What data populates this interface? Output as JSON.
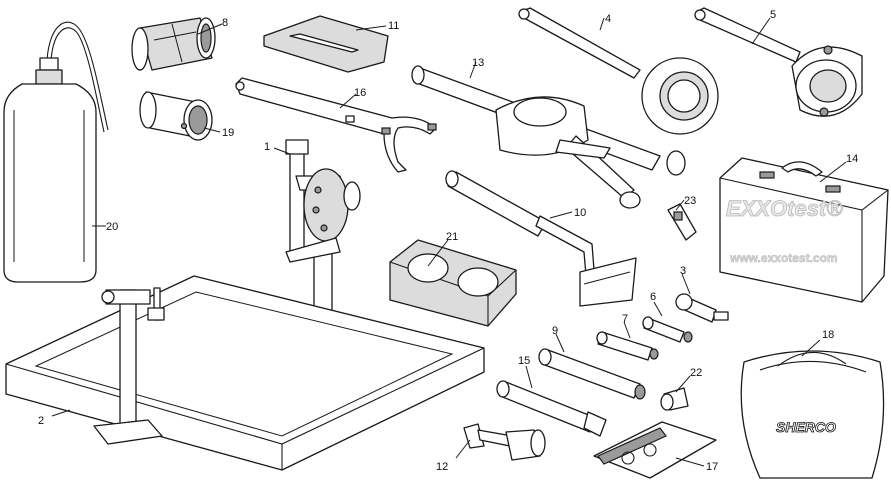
{
  "callouts": {
    "1": "1",
    "2": "2",
    "3": "3",
    "4": "4",
    "5": "5",
    "6": "6",
    "7": "7",
    "8": "8",
    "9": "9",
    "10": "10",
    "11": "11",
    "12": "12",
    "13": "13",
    "14": "14",
    "15": "15",
    "16": "16",
    "17": "17",
    "18": "18",
    "19": "19",
    "20": "20",
    "21": "21",
    "22": "22",
    "23": "23"
  },
  "case": {
    "brand": "EXXOtest®",
    "url": "www.exxotest.com"
  },
  "bag": {
    "brand": "SHERCO"
  }
}
